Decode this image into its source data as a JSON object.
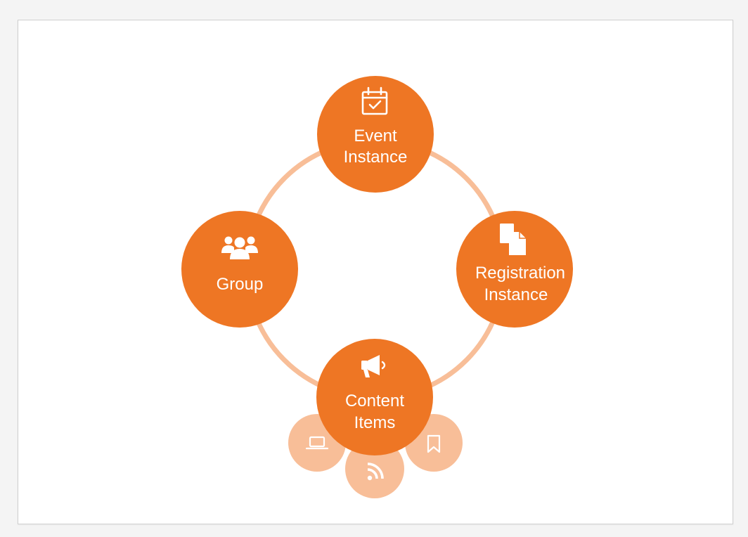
{
  "colors": {
    "node": "#ee7624",
    "ring": "#f8be98",
    "satellite": "#f8be98",
    "icon": "#ffffff"
  },
  "nodes": {
    "event_instance": {
      "icon": "calendar-check-icon",
      "line1": "Event",
      "line2": "Instance"
    },
    "registration_instance": {
      "icon": "documents-icon",
      "line1": "Registration",
      "line2": "Instance"
    },
    "group": {
      "icon": "users-icon",
      "line1": "Group"
    },
    "content_items": {
      "icon": "megaphone-icon",
      "line1": "Content",
      "line2": "Items"
    }
  },
  "satellites": [
    {
      "icon": "laptop-icon"
    },
    {
      "icon": "rss-icon"
    },
    {
      "icon": "bookmark-icon"
    }
  ]
}
